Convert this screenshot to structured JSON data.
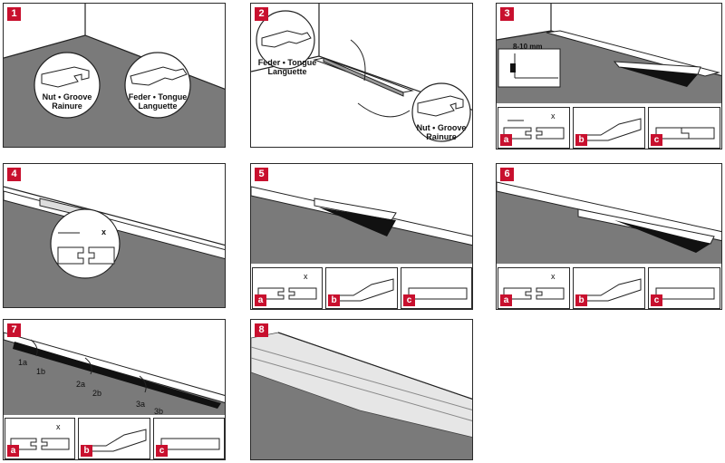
{
  "panels": {
    "p1": {
      "num": "1",
      "label_left_1": "Nut • Groove",
      "label_left_2": "Rainure",
      "label_right_1": "Feder • Tongue",
      "label_right_2": "Languette"
    },
    "p2": {
      "num": "2",
      "label_top_1": "Feder • Tongue",
      "label_top_2": "Languette",
      "label_bottom_1": "Nut • Groove",
      "label_bottom_2": "Rainure"
    },
    "p3": {
      "num": "3",
      "gap": "8-10 mm",
      "sub_a": "a",
      "sub_b": "b",
      "sub_c": "c",
      "x": "x"
    },
    "p4": {
      "num": "4",
      "x": "x"
    },
    "p5": {
      "num": "5",
      "sub_a": "a",
      "sub_b": "b",
      "sub_c": "c",
      "x": "x"
    },
    "p6": {
      "num": "6",
      "sub_a": "a",
      "sub_b": "b",
      "sub_c": "c",
      "x": "x"
    },
    "p7": {
      "num": "7",
      "s1a": "1a",
      "s1b": "1b",
      "s2a": "2a",
      "s2b": "2b",
      "s3a": "3a",
      "s3b": "3b",
      "sub_a": "a",
      "sub_b": "b",
      "sub_c": "c",
      "x": "x"
    },
    "p8": {
      "num": "8"
    }
  }
}
